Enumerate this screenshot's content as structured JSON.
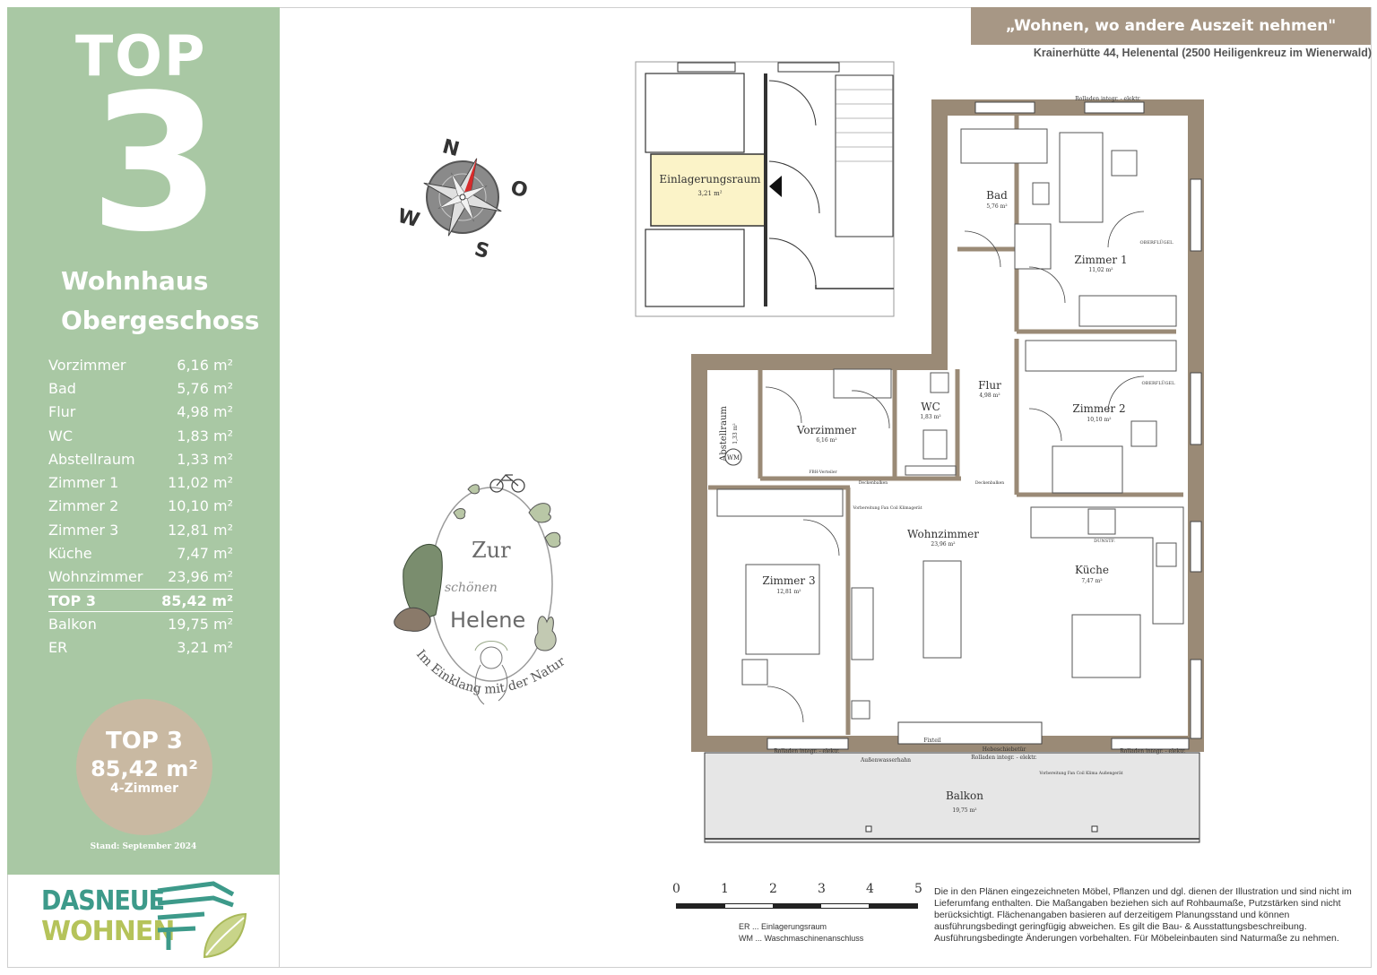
{
  "panel": {
    "top_word": "TOP",
    "top_number": "3",
    "building_line1": "Wohnhaus",
    "building_line2": "Obergeschoss",
    "rooms": [
      {
        "name": "Vorzimmer",
        "area": "6,16 m²"
      },
      {
        "name": "Bad",
        "area": "5,76 m²"
      },
      {
        "name": "Flur",
        "area": "4,98 m²"
      },
      {
        "name": "WC",
        "area": "1,83 m²"
      },
      {
        "name": "Abstellraum",
        "area": "1,33 m²"
      },
      {
        "name": "Zimmer 1",
        "area": "11,02 m²"
      },
      {
        "name": "Zimmer 2",
        "area": "10,10 m²"
      },
      {
        "name": "Zimmer 3",
        "area": "12,81 m²"
      },
      {
        "name": "Küche",
        "area": "7,47 m²"
      },
      {
        "name": "Wohnzimmer",
        "area": "23,96 m²"
      },
      {
        "name": "TOP 3",
        "area": "85,42 m²"
      },
      {
        "name": "Balkon",
        "area": "19,75 m²"
      },
      {
        "name": "ER",
        "area": "3,21 m²"
      }
    ],
    "badge_title": "TOP 3",
    "badge_area": "85,42 m²",
    "badge_rooms": "4-Zimmer",
    "stand": "Stand: September 2024",
    "colors": {
      "panel": "#a9c8a4",
      "badge": "#c9b9a2",
      "header": "#a79785",
      "plan_wall": "#9a8a76"
    }
  },
  "logo": {
    "line1": "DASNEUE",
    "line2": "WOHNEN"
  },
  "header": {
    "slogan": "„Wohnen, wo andere Auszeit nehmen\"",
    "address": "Krainerhütte 44, Helenental (2500 Heiligenkreuz im Wienerwald)"
  },
  "compass": {
    "n": "N",
    "o": "O",
    "s": "S",
    "w": "W"
  },
  "emblem": {
    "line1": "Zur",
    "line2": "schönen",
    "line3": "Helene",
    "arc": "Im Einklang mit der Natur"
  },
  "plan": {
    "storage_name": "Einlagerungsraum",
    "storage_area": "3,21 m²",
    "bad": "Bad",
    "bad_area": "5,76 m²",
    "z1": "Zimmer 1",
    "z1_area": "11,02 m²",
    "z2": "Zimmer 2",
    "z2_area": "10,10 m²",
    "z3": "Zimmer 3",
    "z3_area": "12,81 m²",
    "flur": "Flur",
    "flur_area": "4,98 m²",
    "wc": "WC",
    "wc_area": "1,83 m²",
    "vz": "Vorzimmer",
    "vz_area": "6,16 m²",
    "abst": "Abstellraum",
    "abst_area": "1,33 m²",
    "wohn": "Wohnzimmer",
    "wohn_area": "23,96 m²",
    "kueche": "Küche",
    "kueche_area": "7,47 m²",
    "balkon": "Balkon",
    "balkon_area": "19,75 m²",
    "wm": "WM",
    "rolladen_top": "Rolladen integr. - elektr.",
    "rolladen_left": "Rolladen integr. - elektr.",
    "rolladen_right": "Rolladen integr. - elektr.",
    "hebe": "Hebeschiebetür",
    "hebe2": "Rolladen integr. - elektr.",
    "aussen": "Außenwasserhahn",
    "fixteil": "Fixteil",
    "dunst": "DUNSTF.",
    "deckenbalken1": "Deckenbalken",
    "deckenbalken2": "Deckenbalken",
    "verteiler": "FBH-Verteiler",
    "vorbereitung1": "Vorbereitung Fan Coil Klimagerät",
    "vorbereitung2": "Vorbereitung Fan Coil Klima Außengerät",
    "oberfluegel1": "OBERFLÜGEL",
    "oberfluegel2": "OBERFLÜGEL"
  },
  "scale": {
    "ticks": [
      "0",
      "1",
      "2",
      "3",
      "4",
      "5"
    ]
  },
  "legend": {
    "er": "ER ... Einlagerungsraum",
    "wm": "WM ... Waschmaschinenanschluss"
  },
  "disclaimer": "Die in den Plänen eingezeichneten Möbel, Pflanzen und dgl. dienen der Illustration und sind nicht im Lieferumfang enthalten. Die Maßangaben beziehen sich auf Rohbaumaße, Putzstärken sind nicht berücksichtigt. Flächenangaben basieren auf derzeitigem Planungsstand und können ausführungsbedingt geringfügig abweichen. Es gilt die Bau- & Ausstattungsbeschreibung. Ausführungsbedingte Änderungen vorbehalten. Für Möbeleinbauten sind Naturmaße zu nehmen."
}
